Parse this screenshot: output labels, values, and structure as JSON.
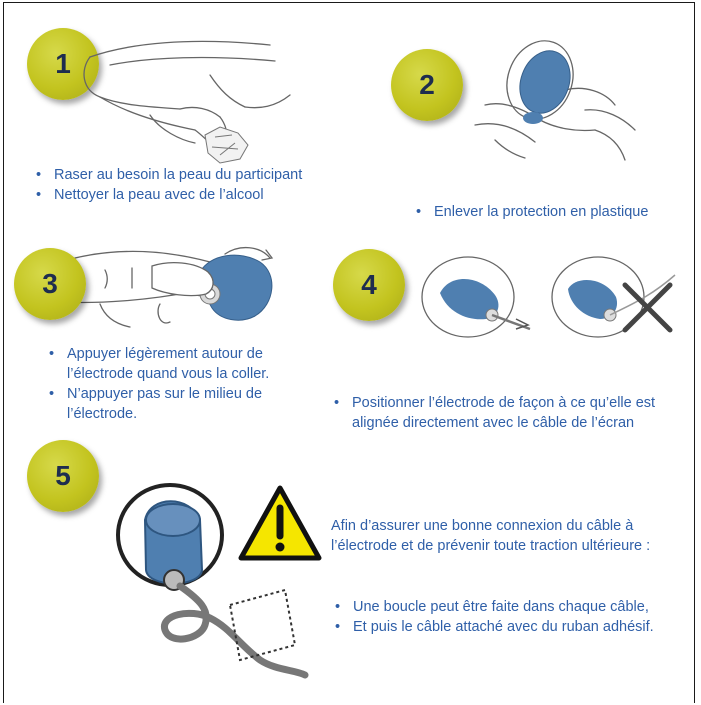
{
  "steps": [
    {
      "number": "1",
      "bullets": [
        "Raser au besoin la peau du participant",
        "Nettoyer la peau avec de l’alcool"
      ]
    },
    {
      "number": "2",
      "bullets": [
        "Enlever la protection en plastique"
      ]
    },
    {
      "number": "3",
      "bullets": [
        "Appuyer légèrement autour de l’électrode quand vous la coller.",
        "N’appuyer pas sur le milieu de l’électrode."
      ]
    },
    {
      "number": "4",
      "bullets": [
        "Positionner l’électrode de façon à ce qu’elle est alignée directement avec le câble de l’écran"
      ]
    },
    {
      "number": "5",
      "intro": "Afin d’assurer une bonne connexion du câble à l’électrode et de prévenir toute traction ultérieure :",
      "bullets": [
        "Une boucle peut être faite dans chaque câble,",
        "Et puis le câble attaché avec du ruban adhésif."
      ]
    }
  ],
  "colors": {
    "badge": "#c3c41f",
    "badge_text": "#1e2d4f",
    "text": "#2f5fa8",
    "electrode": "#4f7fb0",
    "warning": "#f5e600"
  },
  "icons": [
    "hand-wiping-icon",
    "hand-peeling-icon",
    "thumb-pressing-icon",
    "electrode-alignment-icon",
    "electrode-loop-icon",
    "warning-triangle-icon"
  ]
}
